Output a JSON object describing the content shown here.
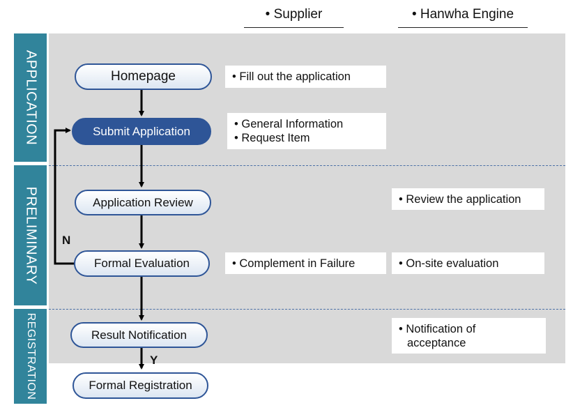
{
  "columns": {
    "supplier": "Supplier",
    "hanwha": "Hanwha Engine"
  },
  "phases": {
    "application": "APPLICATION",
    "preliminary": "PRELIMINARY",
    "registration": "REGISTRATION"
  },
  "steps": {
    "homepage": "Homepage",
    "submit": "Submit Application",
    "review": "Application Review",
    "formal_eval": "Formal Evaluation",
    "result": "Result Notification",
    "registration": "Formal Registration"
  },
  "supplier_notes": {
    "fill": "Fill out the application",
    "general": "General Information",
    "request": "Request Item",
    "complement": "Complement in Failure"
  },
  "hanwha_notes": {
    "review": "Review the application",
    "onsite": "On-site evaluation",
    "notification_1": "Notification of",
    "notification_2": "acceptance"
  },
  "branch_labels": {
    "no": "N",
    "yes": "Y"
  },
  "bullet": "•",
  "colors": {
    "teal": "#31849b",
    "navy": "#2e5597",
    "gray": "#d9d9d9"
  }
}
